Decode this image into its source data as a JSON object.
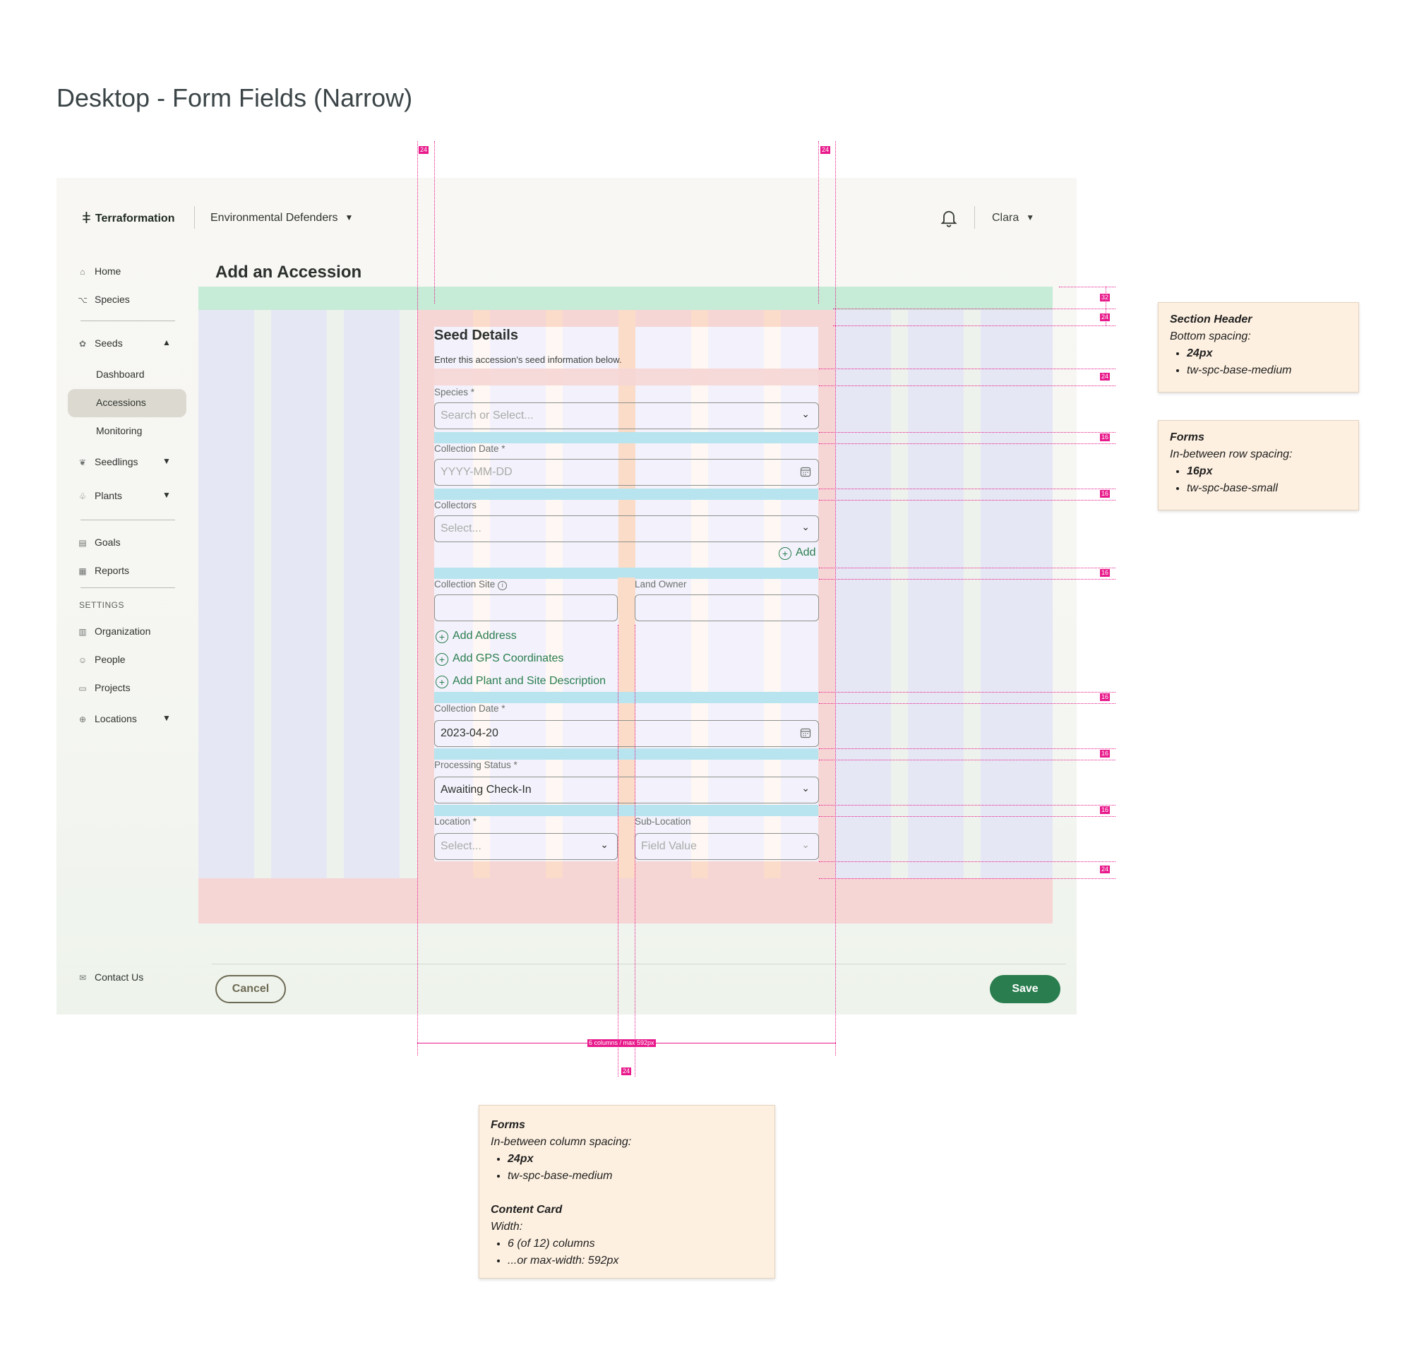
{
  "page_title": "Desktop - Form Fields (Narrow)",
  "header": {
    "brand": "Terraformation",
    "org": "Environmental Defenders",
    "user": "Clara"
  },
  "nav": {
    "home": "Home",
    "species": "Species",
    "seeds": "Seeds",
    "dashboard": "Dashboard",
    "accessions": "Accessions",
    "monitoring": "Monitoring",
    "seedlings": "Seedlings",
    "plants": "Plants",
    "goals": "Goals",
    "reports": "Reports",
    "settings_label": "SETTINGS",
    "organization": "Organization",
    "people": "People",
    "projects": "Projects",
    "locations": "Locations",
    "contact": "Contact Us"
  },
  "main": {
    "title": "Add an Accession"
  },
  "form": {
    "section_title": "Seed Details",
    "section_desc": "Enter this accession's seed information below.",
    "species_label": "Species *",
    "species_placeholder": "Search or Select...",
    "collection_date_label": "Collection Date *",
    "collection_date_placeholder": "YYYY-MM-DD",
    "collectors_label": "Collectors",
    "collectors_placeholder": "Select...",
    "add_label": "Add",
    "collection_site_label": "Collection Site",
    "land_owner_label": "Land Owner",
    "add_address": "Add Address",
    "add_gps": "Add GPS Coordinates",
    "add_plant_desc": "Add Plant and Site Description",
    "collection_date2_label": "Collection Date *",
    "collection_date2_value": "2023-04-20",
    "processing_status_label": "Processing Status *",
    "processing_status_value": "Awaiting Check-In",
    "location_label": "Location *",
    "location_placeholder": "Select...",
    "sublocation_label": "Sub-Location",
    "sublocation_placeholder": "Field Value"
  },
  "footer": {
    "cancel": "Cancel",
    "save": "Save"
  },
  "measurements": {
    "col_gutter_left": "24",
    "col_gutter_right": "24",
    "section_spacing": "32",
    "header_top": "24",
    "header_bottom": "24",
    "row1": "16",
    "row2": "16",
    "row3": "16",
    "row4": "16",
    "row5": "16",
    "row6": "16",
    "card_bottom": "24",
    "card_width": "6 columns / max 592px",
    "column_gap": "24"
  },
  "notes": {
    "section_header": {
      "title": "Section Header",
      "subtitle": "Bottom spacing:",
      "items": [
        "24px",
        "tw-spc-base-medium"
      ]
    },
    "forms_row": {
      "title": "Forms",
      "subtitle": "In-between row spacing:",
      "items": [
        "16px",
        "tw-spc-base-small"
      ]
    },
    "forms_col": {
      "title": "Forms",
      "subtitle": "In-between column spacing:",
      "items": [
        "24px",
        "tw-spc-base-medium"
      ]
    },
    "content_card": {
      "title": "Content Card",
      "subtitle": "Width:",
      "items": [
        "6 (of 12) columns",
        "...or max-width: 592px"
      ]
    }
  },
  "colors": {
    "brand_green": "#2a7d4f",
    "annotation_pink": "#e8198b",
    "note_bg": "#fdf0e0"
  }
}
